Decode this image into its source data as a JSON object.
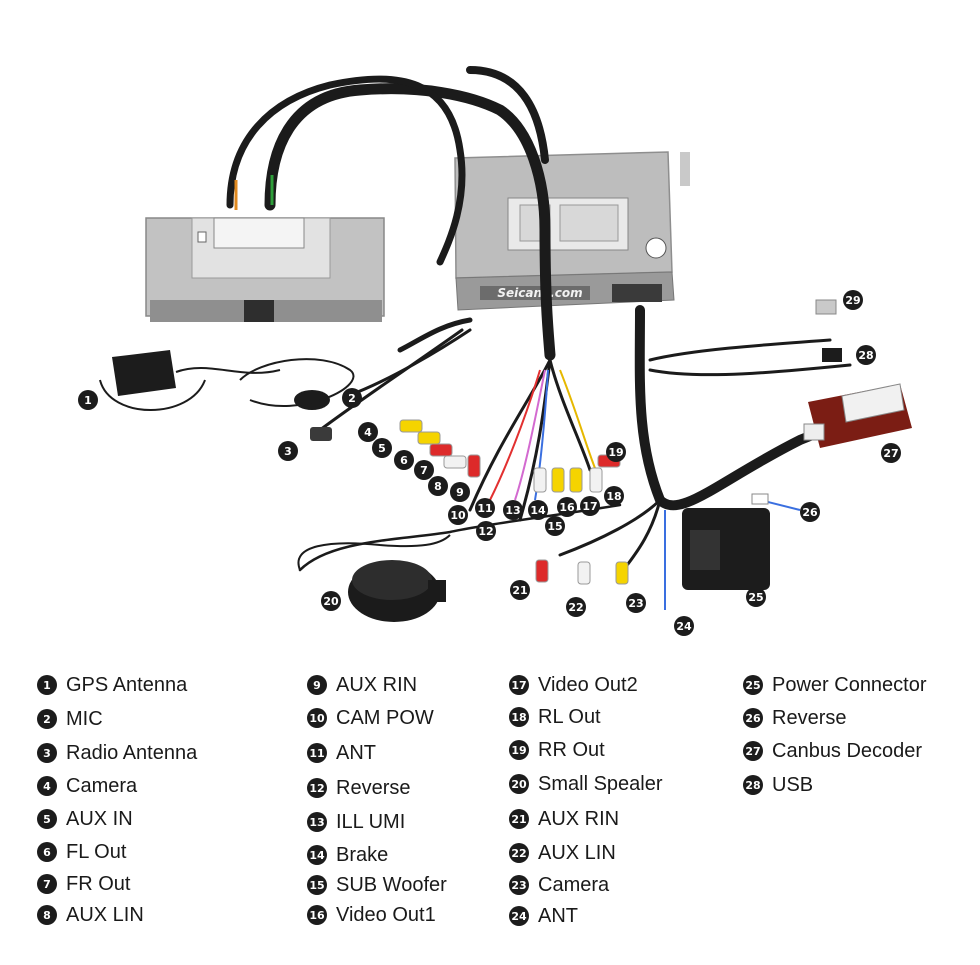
{
  "watermark": "Seicane.com",
  "callouts": [
    "1",
    "2",
    "3",
    "4",
    "5",
    "6",
    "7",
    "8",
    "9",
    "10",
    "11",
    "12",
    "13",
    "14",
    "15",
    "16",
    "17",
    "18",
    "19",
    "20",
    "21",
    "22",
    "23",
    "24",
    "25",
    "26",
    "27",
    "28",
    "29"
  ],
  "legend": [
    {
      "num": "1",
      "label": "GPS Antenna"
    },
    {
      "num": "2",
      "label": "MIC"
    },
    {
      "num": "3",
      "label": "Radio Antenna"
    },
    {
      "num": "4",
      "label": "Camera"
    },
    {
      "num": "5",
      "label": "AUX IN"
    },
    {
      "num": "6",
      "label": "FL Out"
    },
    {
      "num": "7",
      "label": "FR Out"
    },
    {
      "num": "8",
      "label": "AUX LIN"
    },
    {
      "num": "9",
      "label": "AUX RIN"
    },
    {
      "num": "10",
      "label": "CAM POW"
    },
    {
      "num": "11",
      "label": "ANT"
    },
    {
      "num": "12",
      "label": "Reverse"
    },
    {
      "num": "13",
      "label": "ILL UMI"
    },
    {
      "num": "14",
      "label": "Brake"
    },
    {
      "num": "15",
      "label": "SUB Woofer"
    },
    {
      "num": "16",
      "label": "Video Out1"
    },
    {
      "num": "17",
      "label": "Video Out2"
    },
    {
      "num": "18",
      "label": "RL Out"
    },
    {
      "num": "19",
      "label": "RR Out"
    },
    {
      "num": "20",
      "label": "Small Spealer"
    },
    {
      "num": "21",
      "label": "AUX RIN"
    },
    {
      "num": "22",
      "label": "AUX LIN"
    },
    {
      "num": "23",
      "label": "Camera"
    },
    {
      "num": "24",
      "label": "ANT"
    },
    {
      "num": "25",
      "label": "Power Connector"
    },
    {
      "num": "26",
      "label": "Reverse"
    },
    {
      "num": "27",
      "label": "Canbus Decoder"
    },
    {
      "num": "28",
      "label": "USB"
    }
  ]
}
